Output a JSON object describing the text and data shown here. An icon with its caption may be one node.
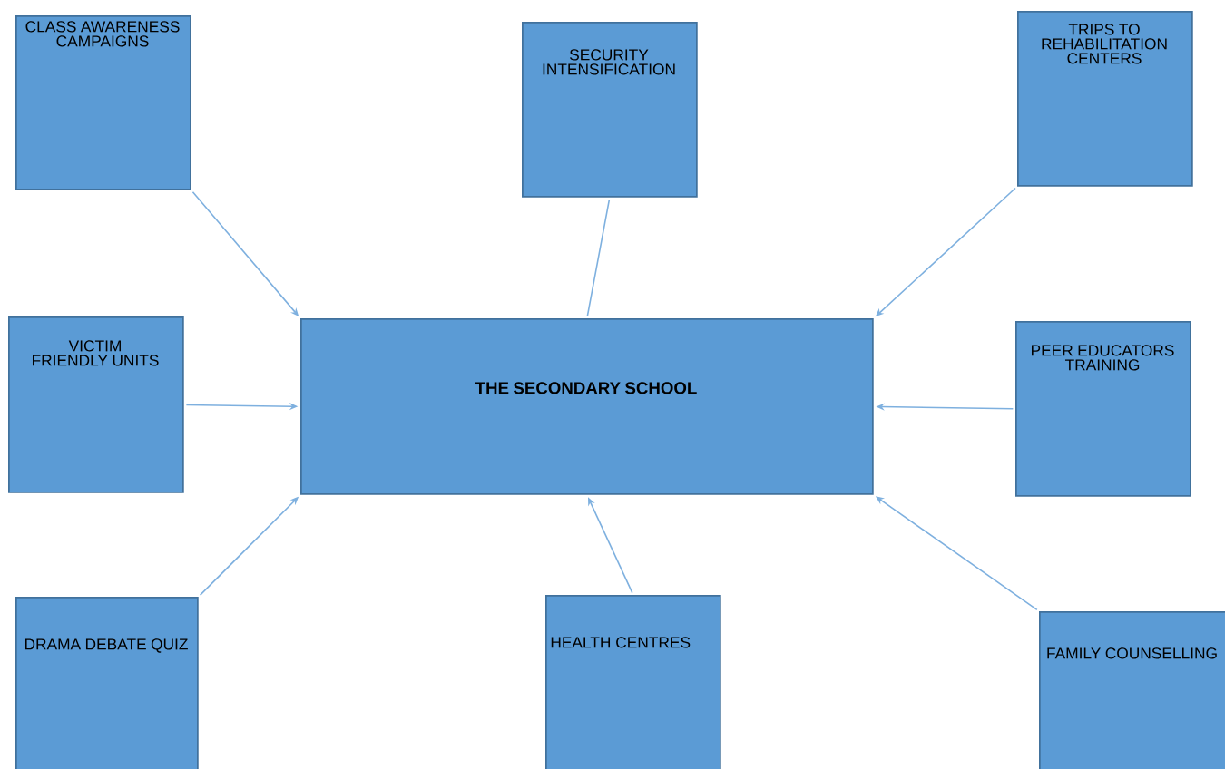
{
  "diagram": {
    "nodes": [
      {
        "text": [
          "CLASS AWARENESS CAMPAIGNS"
        ]
      },
      {
        "text": [
          "SECURITY INTENSIFICATION"
        ]
      },
      {
        "text": [
          "TRIPS TO REHABILITATION CENTERS"
        ]
      },
      {
        "text": [
          "VICTIM FRIENDLY UNITS"
        ]
      },
      {
        "text": [
          "THE SECONDARY SCHOOL"
        ]
      },
      {
        "text": [
          "PEER EDUCATORS TRAINING"
        ]
      },
      {
        "text": [
          "DRAMA DEBATE QUIZ"
        ]
      },
      {
        "text": [
          "HEALTH CENTRES"
        ]
      },
      {
        "text": [
          "FAMILY COUNSELLING"
        ]
      }
    ],
    "edges": [
      {
        "from": 0,
        "to": 4,
        "arrow": "to"
      },
      {
        "from": 1,
        "to": 4,
        "arrow": "none"
      },
      {
        "from": 2,
        "to": 4,
        "arrow": "to"
      },
      {
        "from": 3,
        "to": 4,
        "arrow": "to"
      },
      {
        "from": 5,
        "to": 4,
        "arrow": "to"
      },
      {
        "from": 6,
        "to": 4,
        "arrow": "to"
      },
      {
        "from": 7,
        "to": 4,
        "arrow": "to"
      },
      {
        "from": 8,
        "to": 4,
        "arrow": "to"
      }
    ]
  }
}
